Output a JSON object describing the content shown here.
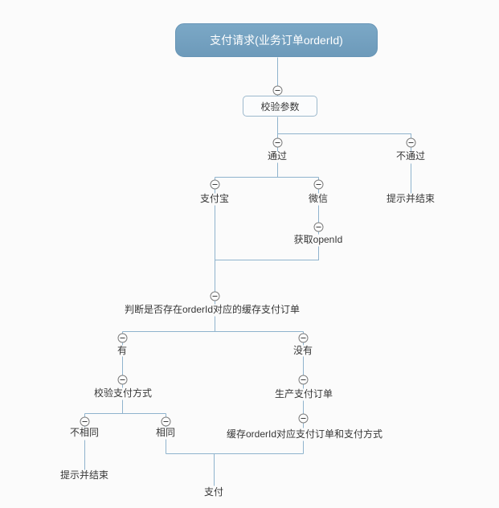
{
  "canvas": {
    "background_color": "#fbfbfb",
    "connector_color": "#8fb3cd",
    "root_fill_color": "#74a1c0"
  },
  "mindmap": {
    "root": {
      "label": "支付请求(业务订单orderId)"
    },
    "validate_params": {
      "label": "校验参数"
    },
    "pass": {
      "label": "通过"
    },
    "fail": {
      "label": "不通过"
    },
    "fail_end": {
      "label": "提示并结束"
    },
    "alipay": {
      "label": "支付宝"
    },
    "wechat": {
      "label": "微信"
    },
    "get_openid": {
      "label": "获取openId"
    },
    "check_cache": {
      "label": "判断是否存在orderId对应的缓存支付订单"
    },
    "has_cache": {
      "label": "有"
    },
    "no_cache": {
      "label": "没有"
    },
    "verify_pay_method": {
      "label": "校验支付方式"
    },
    "not_same": {
      "label": "不相同"
    },
    "same": {
      "label": "相同"
    },
    "not_same_end": {
      "label": "提示并结束"
    },
    "create_pay_order": {
      "label": "生产支付订单"
    },
    "cache_pay_order": {
      "label": "缓存orderId对应支付订单和支付方式"
    },
    "pay": {
      "label": "支付"
    }
  }
}
